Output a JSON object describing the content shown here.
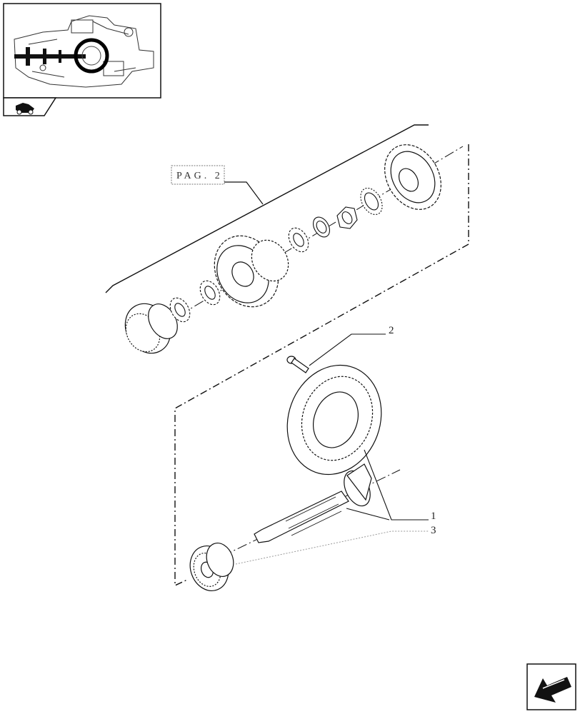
{
  "diagram": {
    "reference_box": {
      "label": "PAG. 2"
    },
    "callouts": [
      {
        "id": "callout-2",
        "label": "2"
      },
      {
        "id": "callout-1",
        "label": "1"
      },
      {
        "id": "callout-3",
        "label": "3"
      }
    ]
  },
  "navigation": {
    "thumbnail_icon": "tractor-icon",
    "next_page_icon": "arrow-icon"
  },
  "colors": {
    "line": "#111111",
    "leader": "#9a9a9a",
    "highlight": "#000000"
  }
}
